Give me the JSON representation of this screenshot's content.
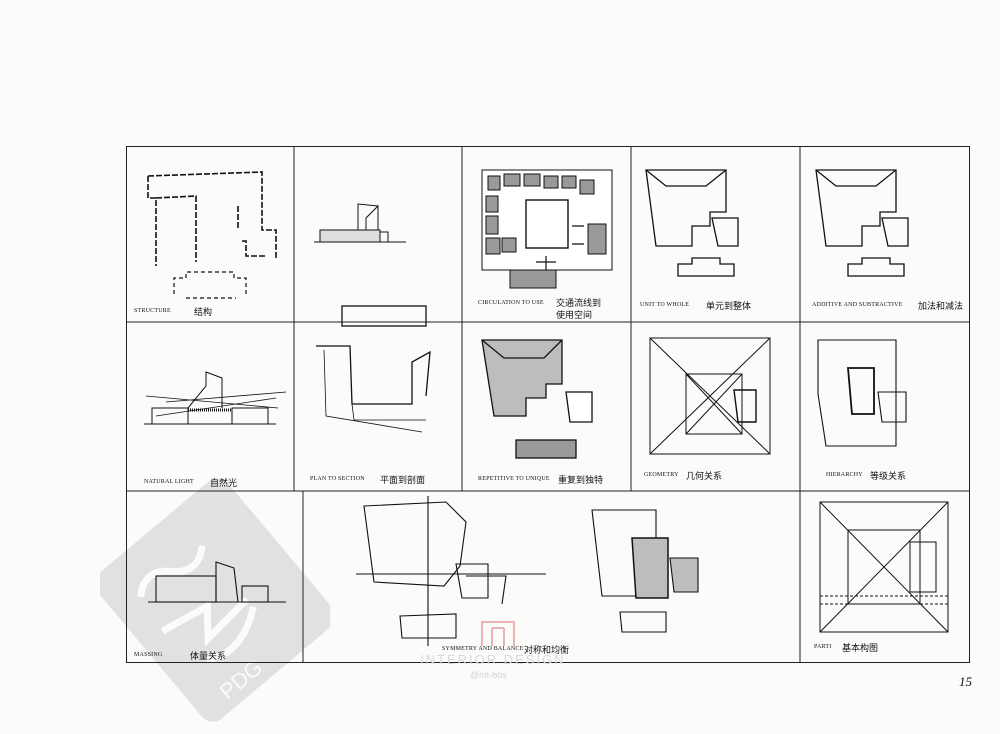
{
  "page": {
    "number": "15"
  },
  "cells": {
    "structure": {
      "en": "STRUCTURE",
      "zh": "结构"
    },
    "circulation": {
      "en": "CIRCULATION TO USE",
      "zh": "交通流线到",
      "zh2": "使用空间"
    },
    "unit": {
      "en": "UNIT TO WHOLE",
      "zh": "单元到整体"
    },
    "additive": {
      "en": "ADDITIVE AND SUBTRACTIVE",
      "zh": "加法和减法"
    },
    "natural": {
      "en": "NATURAL LIGHT",
      "zh": "自然光"
    },
    "plan": {
      "en": "PLAN TO SECTION",
      "zh": "平面到剖面"
    },
    "repetitive": {
      "en": "REPETITIVE TO UNIQUE",
      "zh": "重复到独特"
    },
    "geometry": {
      "en": "GEOMETRY",
      "zh": "几何关系"
    },
    "hierarchy": {
      "en": "HIERARCHY",
      "zh": "等级关系"
    },
    "massing": {
      "en": "MASSING",
      "zh": "体量关系"
    },
    "symmetry": {
      "en": "SYMMETRY AND BALANCE",
      "zh": "对称和均衡"
    },
    "parti": {
      "en": "PARTI",
      "zh": "基本构图"
    }
  },
  "watermark": {
    "seal_text": "PDG",
    "brand": "INTERIOR DESIGN",
    "handle": "@mt-bbs"
  },
  "colors": {
    "ink": "#111111",
    "fill": "#bdbdbd",
    "paper": "#fbfbf9"
  }
}
